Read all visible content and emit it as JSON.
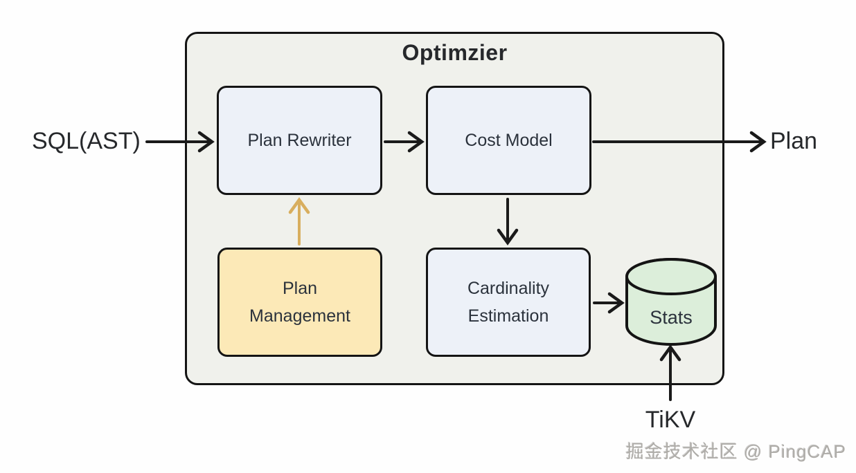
{
  "diagram": {
    "title": "Optimzier",
    "input_label": "SQL(AST)",
    "output_label": "Plan",
    "storage_label": "TiKV",
    "nodes": {
      "plan_rewriter": {
        "label": "Plan Rewriter",
        "fill": "#edf1f8",
        "shape": "rounded-rect"
      },
      "cost_model": {
        "label": "Cost Model",
        "fill": "#edf1f8",
        "shape": "rounded-rect"
      },
      "plan_management": {
        "label": "Plan Management",
        "fill": "#fce9b7",
        "shape": "rounded-rect"
      },
      "cardinality_estimation": {
        "label": "Cardinality Estimation",
        "fill": "#edf1f8",
        "shape": "rounded-rect"
      },
      "stats": {
        "label": "Stats",
        "fill": "#dceeda",
        "shape": "cylinder"
      }
    },
    "edges": [
      {
        "from": "SQL(AST)",
        "to": "Plan Rewriter",
        "color": "#1a1a1a",
        "direction": "right"
      },
      {
        "from": "Plan Rewriter",
        "to": "Cost Model",
        "color": "#1a1a1a",
        "direction": "right"
      },
      {
        "from": "Cost Model",
        "to": "Plan",
        "color": "#1a1a1a",
        "direction": "right"
      },
      {
        "from": "Cost Model",
        "to": "Cardinality Estimation",
        "color": "#1a1a1a",
        "direction": "down"
      },
      {
        "from": "Plan Management",
        "to": "Plan Rewriter",
        "color": "#d8ae5e",
        "direction": "up"
      },
      {
        "from": "Cardinality Estimation",
        "to": "Stats",
        "color": "#1a1a1a",
        "direction": "right"
      },
      {
        "from": "TiKV",
        "to": "Stats",
        "color": "#1a1a1a",
        "direction": "up"
      }
    ],
    "colors": {
      "container_fill": "#f0f1ec",
      "process_box_fill": "#edf1f8",
      "management_box_fill": "#fce9b7",
      "stats_cylinder_fill": "#dceeda",
      "border": "#141414",
      "arrow_black": "#1a1a1a",
      "gold_arrow": "#d8ae5e",
      "watermark_text": "#aeaca8"
    },
    "watermark": "掘金技术社区 @ PingCAP"
  }
}
